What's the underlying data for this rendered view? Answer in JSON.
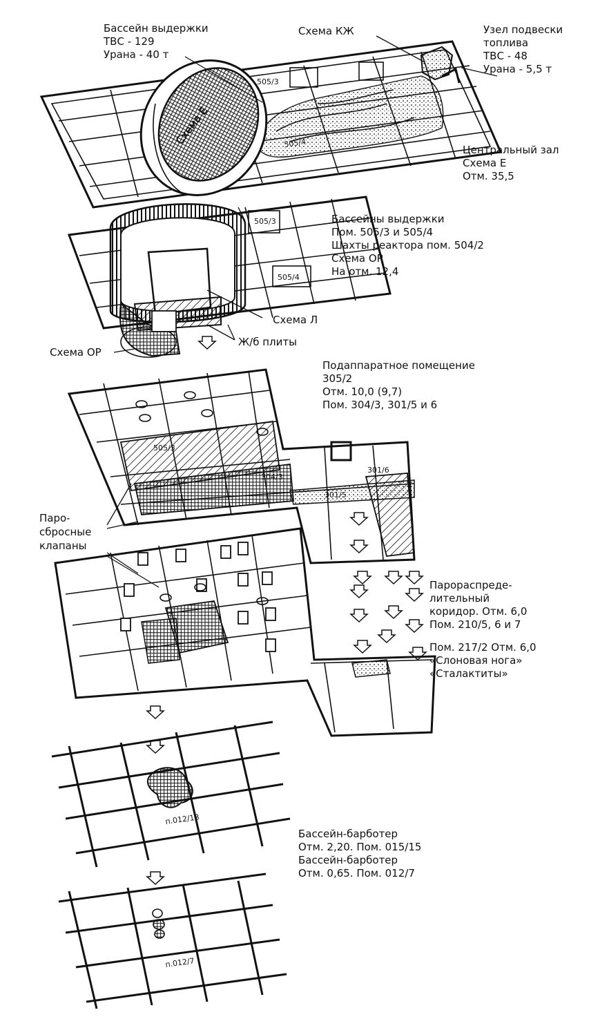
{
  "labels": {
    "pool_top": [
      "Бассейн выдержки",
      "ТВС - 129",
      "Урана - 40 т"
    ],
    "scheme_kzh": "Схема КЖ",
    "fuel_node": [
      "Узел подвески",
      "топлива",
      "ТВС - 48",
      "Урана - 5,5 т"
    ],
    "central_hall": [
      "Центральный зал",
      "Схема Е",
      "Отм. 35,5"
    ],
    "scheme_e_on_disc": "Схема Е",
    "pools_level": [
      "Бассейны выдержки",
      "Пом. 505/3 и 505/4",
      "Шахты реактора пом. 504/2",
      "Схема ОР",
      "На отм. 12,4"
    ],
    "scheme_l": "Схема Л",
    "rc_plates": "Ж/б плиты",
    "scheme_or": "Схема ОР",
    "subapparatus": [
      "Подаппаратное помещение",
      "305/2",
      "Отм. 10,0 (9,7)",
      "Пом. 304/3, 301/5 и 6"
    ],
    "steam_valves": [
      "Паро-",
      "сбросные",
      "клапаны"
    ],
    "steam_corridor": [
      "Парораспреде-",
      "лительный",
      "коридор. Отм. 6,0",
      "Пом. 210/5, 6 и 7"
    ],
    "elephant_foot": [
      "Пом. 217/2 Отм. 6,0",
      "«Слоновая нога»",
      "«Сталактиты»"
    ],
    "bubbler": [
      "Бассейн-барботер",
      "Отм. 2,20. Пом. 015/15",
      "Бассейн-барботер",
      "Отм. 0,65. Пом. 012/7"
    ]
  },
  "room_tags": {
    "r505_3_top": "505/3",
    "r505_4_top": "505/4",
    "r505_3_mid": "505/3",
    "r505_4_mid": "505/4",
    "r505_3_low": "505/3",
    "r304_3": "304/3",
    "r301_6": "301/6",
    "r301_5": "301/5",
    "r012_18": "п.012/18",
    "r012_7": "п.012/7"
  }
}
